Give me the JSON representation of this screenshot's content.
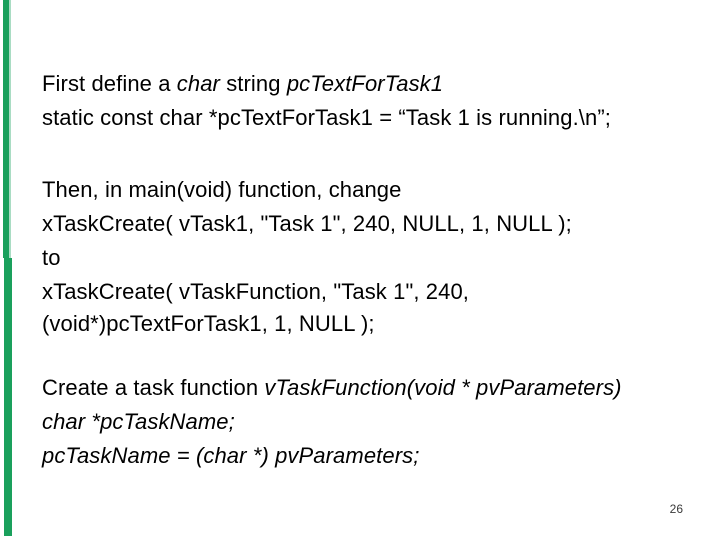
{
  "slide": {
    "page_number": "26",
    "background_color": "#ffffff",
    "text_color": "#000000",
    "accent_color": "#1aa05c",
    "accent_color_light": "#a9dcc3"
  },
  "content": {
    "paragraphs": [
      {
        "lines": [
          {
            "runs": [
              {
                "text": "First define a ",
                "italic": false
              },
              {
                "text": "char",
                "italic": true
              },
              {
                "text": " string ",
                "italic": false
              },
              {
                "text": "pcTextForTask1",
                "italic": true
              }
            ]
          },
          {
            "runs": [
              {
                "text": "static const char *pcTextForTask1 = “Task 1 is running.\\n”;",
                "italic": false
              }
            ]
          }
        ]
      },
      {
        "lines": [
          {
            "runs": [
              {
                "text": "Then, in main(void) function, change",
                "italic": false
              }
            ]
          },
          {
            "runs": [
              {
                "text": "xTaskCreate( vTask1, \"Task 1\", 240, NULL, 1, NULL );",
                "italic": false
              }
            ]
          },
          {
            "runs": [
              {
                "text": "to",
                "italic": false
              }
            ]
          },
          {
            "runs": [
              {
                "text": "xTaskCreate( vTaskFunction, \"Task 1\", 240,",
                "italic": false
              }
            ]
          },
          {
            "runs": [
              {
                "text": "(void*)pcTextForTask1, 1, NULL );",
                "italic": false
              }
            ]
          }
        ]
      },
      {
        "lines": [
          {
            "runs": [
              {
                "text": "Create a task function ",
                "italic": false
              },
              {
                "text": "vTaskFunction(void * pvParameters)",
                "italic": true
              }
            ]
          },
          {
            "runs": [
              {
                "text": "char *pcTaskName;",
                "italic": true
              }
            ]
          },
          {
            "runs": [
              {
                "text": "pcTaskName = (char *) pvParameters;",
                "italic": true
              }
            ]
          }
        ]
      }
    ]
  }
}
